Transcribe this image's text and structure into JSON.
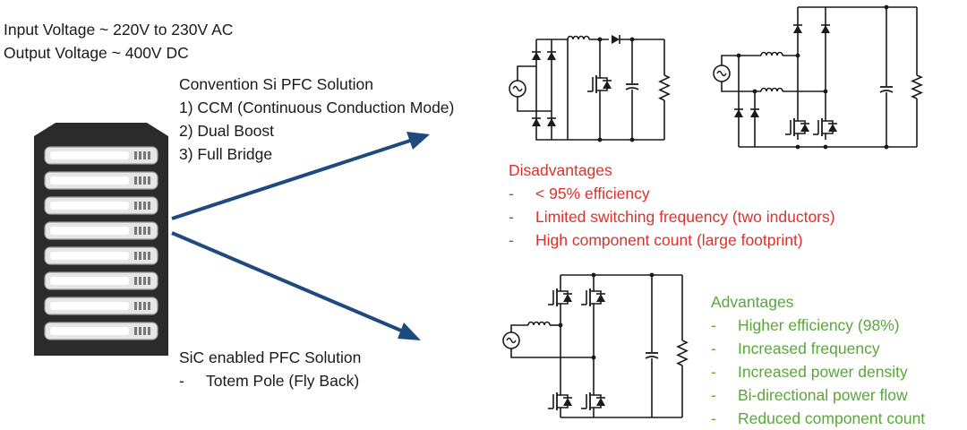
{
  "specs": {
    "input_voltage": "Input Voltage ~ 220V to 230V AC",
    "output_voltage": "Output Voltage ~ 400V DC"
  },
  "si_solution": {
    "title": "Convention Si PFC Solution",
    "items": [
      "1) CCM (Continuous Conduction Mode)",
      "2) Dual Boost",
      "3) Full Bridge"
    ]
  },
  "disadvantages": {
    "title": "Disadvantages",
    "bullet": "-",
    "items": [
      "< 95% efficiency",
      "Limited switching frequency (two inductors)",
      "High component count (large footprint)"
    ]
  },
  "sic_solution": {
    "title": "SiC enabled PFC Solution",
    "bullet": "-",
    "items": [
      "Totem Pole (Fly Back)"
    ]
  },
  "advantages": {
    "title": "Advantages",
    "bullet": "-",
    "items": [
      "Higher efficiency (98%)",
      "Increased frequency",
      "Increased power density",
      "Bi-directional power flow",
      "Reduced component count"
    ]
  },
  "colors": {
    "text": "#1a1a1a",
    "disadvantage": "#e0302a",
    "advantage": "#5aa63c",
    "arrow": "#1f4a80",
    "circuit": "#1a1a1a",
    "rack_body": "#2b2b2b",
    "rack_slot": "#e6e6e6"
  },
  "icons": {
    "server": "server-rack-icon",
    "arrow": "arrow-icon"
  }
}
